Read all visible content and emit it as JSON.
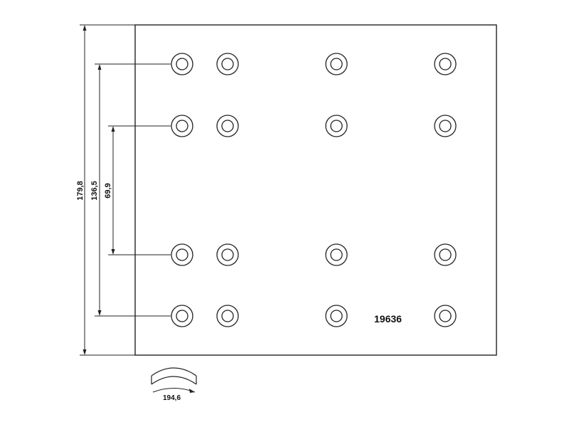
{
  "drawing": {
    "part_number": "19636",
    "dimensions": {
      "overall_height": "179,8",
      "outer_rivet_spacing": "136,5",
      "inner_rivet_spacing": "69,9",
      "arc_radius": "194,6"
    },
    "rivet_holes": {
      "rows": 4,
      "columns": 4,
      "count": 16
    },
    "colors": {
      "line": "#222222",
      "background": "#ffffff"
    }
  }
}
